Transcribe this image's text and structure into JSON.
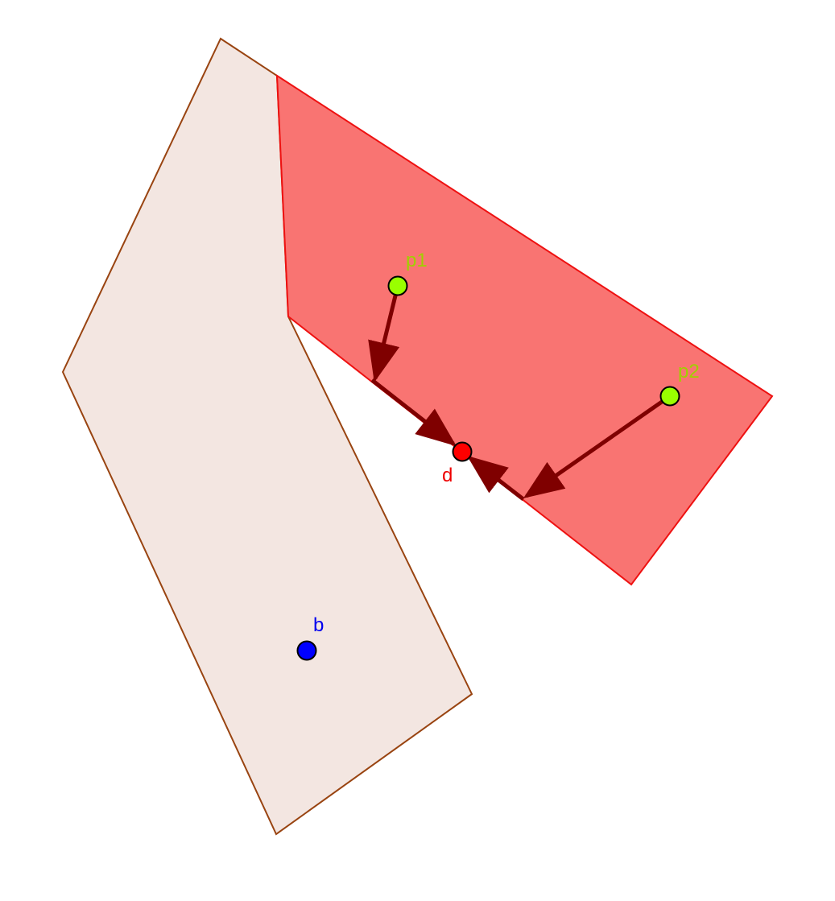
{
  "colors": {
    "background": "#ffffff",
    "beige_fill": "#f3e6e1",
    "beige_stroke": "#994411",
    "red_fill": "#f97472",
    "red_stroke": "#ee1111",
    "arrow": "#7f0000",
    "green_point": "#99ff00",
    "green_label": "#a0d000",
    "red_point": "#ff0000",
    "red_label": "#ee0000",
    "blue_point": "#0000ff",
    "blue_label": "#0000ee",
    "point_outline": "#000000"
  },
  "points": {
    "p1": {
      "label": "p1"
    },
    "p2": {
      "label": "p2"
    },
    "d": {
      "label": "d"
    },
    "b": {
      "label": "b"
    }
  }
}
